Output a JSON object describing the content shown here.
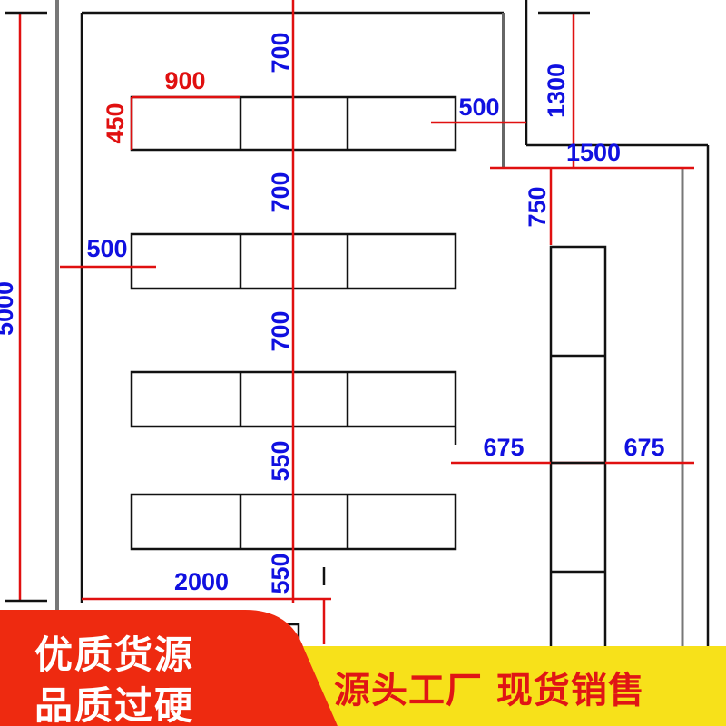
{
  "drawing": {
    "dimensions": {
      "overall_left": "5000",
      "top_gap_1": "700",
      "desk_width": "900",
      "desk_depth": "450",
      "right_clearance": "500",
      "row_gap_2": "700",
      "left_clearance": "500",
      "row_gap_3": "700",
      "row_gap_4": "550",
      "bottom_gap": "550",
      "bottom_width": "2000",
      "alcove_height": "1300",
      "alcove_width": "1500",
      "side_offset": "750",
      "aisle_left": "675",
      "aisle_right": "675"
    }
  },
  "banner": {
    "left_line1": "优质货源",
    "left_line2": "品质过硬",
    "right_text": "源头工厂 现货销售",
    "colors": {
      "red": "#ee2a10",
      "yellow": "#f7e11a",
      "text_red": "#e01515"
    }
  }
}
